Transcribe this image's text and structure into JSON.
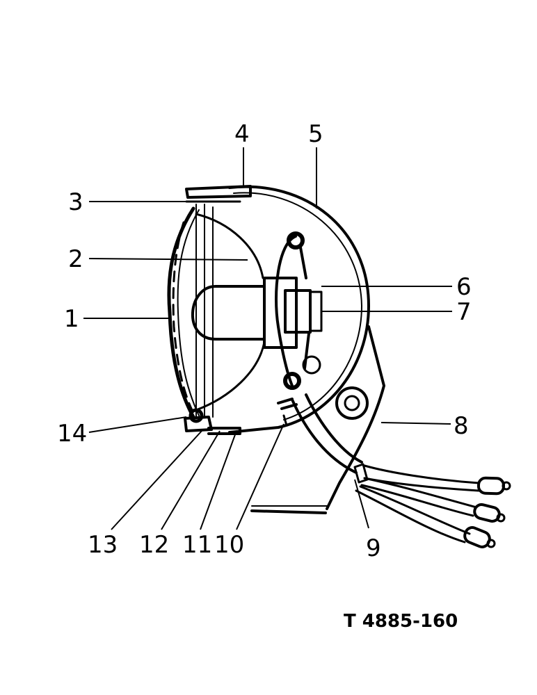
{
  "callouts": [
    {
      "id": "1",
      "label": "1"
    },
    {
      "id": "2",
      "label": "2"
    },
    {
      "id": "3",
      "label": "3"
    },
    {
      "id": "4",
      "label": "4"
    },
    {
      "id": "5",
      "label": "5"
    },
    {
      "id": "6",
      "label": "6"
    },
    {
      "id": "7",
      "label": "7"
    },
    {
      "id": "8",
      "label": "8"
    },
    {
      "id": "9",
      "label": "9"
    },
    {
      "id": "10",
      "label": "10"
    },
    {
      "id": "11",
      "label": "11"
    },
    {
      "id": "12",
      "label": "12"
    },
    {
      "id": "13",
      "label": "13"
    },
    {
      "id": "14",
      "label": "14"
    }
  ],
  "figure_code": "T 4885-160"
}
